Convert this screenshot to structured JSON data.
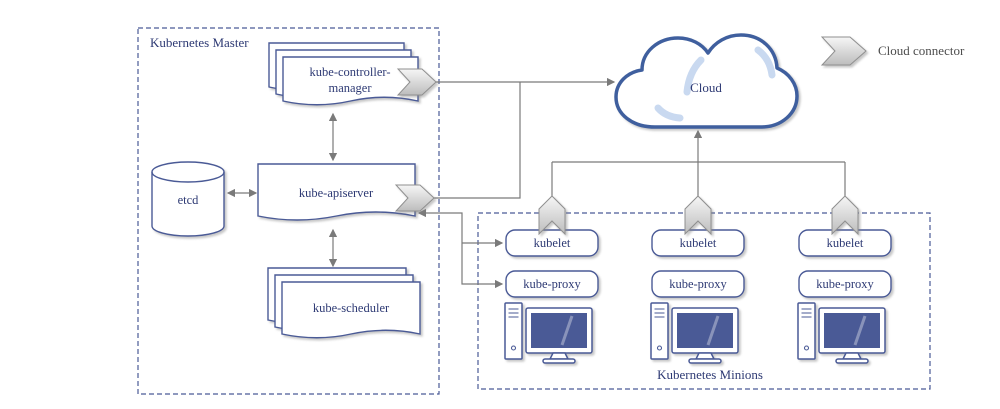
{
  "colors": {
    "shape_stroke": "#4a5a96",
    "text": "#2e3a74",
    "cloud_stroke": "#3f5f9e",
    "cloud_highlight": "#c9d9f0",
    "line": "#7a7a7a",
    "connector_fill_light": "#f6f6f6",
    "connector_fill_dark": "#bdbdbd",
    "connector_stroke": "#8f8f8f",
    "screen_fill": "#4a5a96",
    "legend_text": "#4d4d4d"
  },
  "master": {
    "label": "Kubernetes Master",
    "controller_manager": {
      "line1": "kube-controller-",
      "line2": "manager"
    },
    "apiserver": "kube-apiserver",
    "etcd": "etcd",
    "scheduler": "kube-scheduler"
  },
  "cloud": {
    "label": "Cloud"
  },
  "legend": {
    "label": "Cloud connector"
  },
  "minions": {
    "label": "Kubernetes Minions",
    "nodes": [
      {
        "kubelet": "kubelet",
        "proxy": "kube-proxy"
      },
      {
        "kubelet": "kubelet",
        "proxy": "kube-proxy"
      },
      {
        "kubelet": "kubelet",
        "proxy": "kube-proxy"
      }
    ]
  }
}
